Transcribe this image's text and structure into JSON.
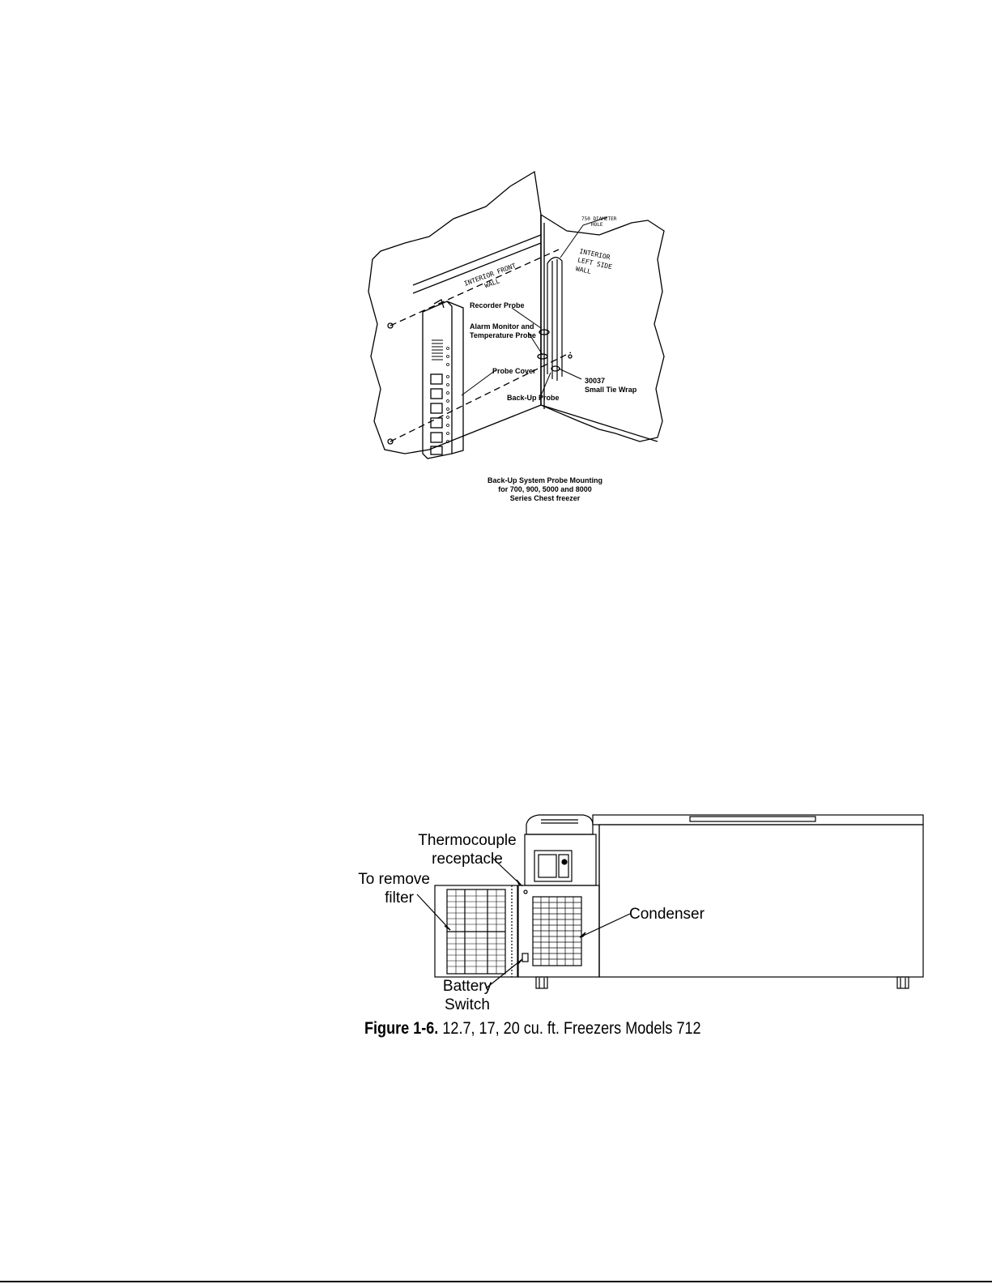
{
  "figure_top": {
    "labels": {
      "hole": [
        "750 DIAMETER",
        "HOLE"
      ],
      "front_wall": [
        "INTERIOR FRONT",
        "WALL"
      ],
      "left_wall": [
        "INTERIOR",
        "LEFT SIDE",
        "WALL"
      ],
      "recorder_probe": "Recorder Probe",
      "alarm_probe": [
        "Alarm Monitor and",
        "Temperature Probe"
      ],
      "probe_cover": "Probe Cover",
      "tie_wrap": [
        "30037",
        "Small Tie Wrap"
      ],
      "backup_probe": "Back-Up Probe"
    },
    "caption": [
      "Back-Up System Probe Mounting",
      "for 700, 900, 5000 and 8000",
      "Series Chest freezer"
    ]
  },
  "figure_bottom": {
    "labels": {
      "thermocouple": [
        "Thermocouple",
        "receptacle"
      ],
      "remove_filter": [
        "To remove",
        "filter"
      ],
      "condenser": "Condenser",
      "battery_switch": [
        "Battery",
        "Switch"
      ]
    },
    "caption_number": "Figure 1-6.",
    "caption_text": " 12.7, 17, 20 cu. ft. Freezers Models 712"
  }
}
